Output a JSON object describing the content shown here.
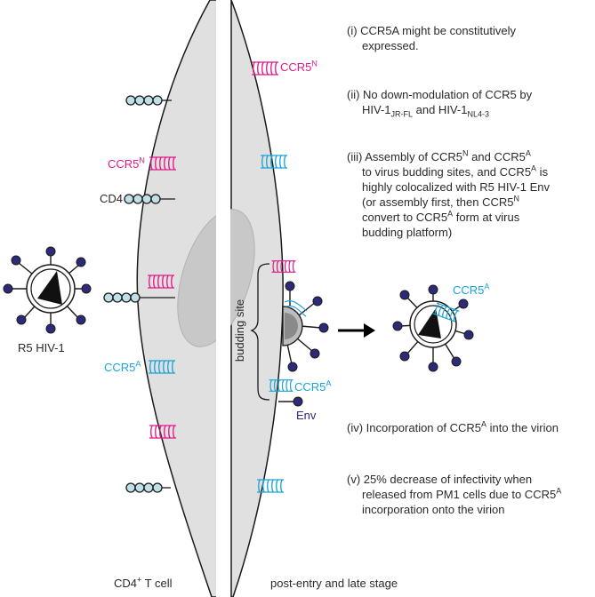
{
  "labels": {
    "ccr5n_top": "CCR5",
    "ccr5n_top_sup": "N",
    "ccr5n_left": "CCR5",
    "ccr5n_left_sup": "N",
    "cd4": "CD4",
    "r5_hiv": "R5 HIV-1",
    "ccr5a_left": "CCR5",
    "ccr5a_left_sup": "A",
    "budding_site": "budding site",
    "ccr5a_bud": "CCR5",
    "ccr5a_bud_sup": "A",
    "env": "Env",
    "ccr5a_virion": "CCR5",
    "ccr5a_virion_sup": "A",
    "cell_label": "CD4",
    "cell_label_sup": "+",
    "cell_label_rest": " T cell",
    "stage_label": "post-entry and late stage"
  },
  "notes": {
    "i_line1": "(i) CCR5A might be constitutively",
    "i_line2": "expressed.",
    "ii_line1": "(ii) No down-modulation of CCR5 by",
    "ii_hiv1": "HIV-1",
    "ii_sub1": "JR-FL",
    "ii_and": " and HIV-1",
    "ii_sub2": "NL4-3",
    "iii_a": "(iii) Assembly of CCR5",
    "iii_a_sup1": "N",
    "iii_a_mid": " and CCR5",
    "iii_a_sup2": "A",
    "iii_b": "to virus budding sites, and CCR5",
    "iii_b_sup": "A",
    "iii_b_rest": " is",
    "iii_c": "highly colocalized with R5 HIV-1 Env",
    "iii_d": "(or assembly first, then CCR5",
    "iii_d_sup": "N",
    "iii_e": "convert to CCR5",
    "iii_e_sup": "A",
    "iii_e_rest": " form at virus",
    "iii_f": "budding platform)",
    "iv_a": "(iv) Incorporation of CCR5",
    "iv_sup": "A",
    "iv_rest": " into the virion",
    "v_line1": "(v) 25% decrease of infectivity when",
    "v_line2": "released from PM1 cells due to CCR5",
    "v_sup": "A",
    "v_line3": "incorporation onto the virion"
  },
  "colors": {
    "ccr5n": "#e0198a",
    "ccr5a": "#1aa4d8",
    "env": "#2e2a7a",
    "cd4": "#bfe0e6",
    "cell": "#e0e0e0"
  }
}
